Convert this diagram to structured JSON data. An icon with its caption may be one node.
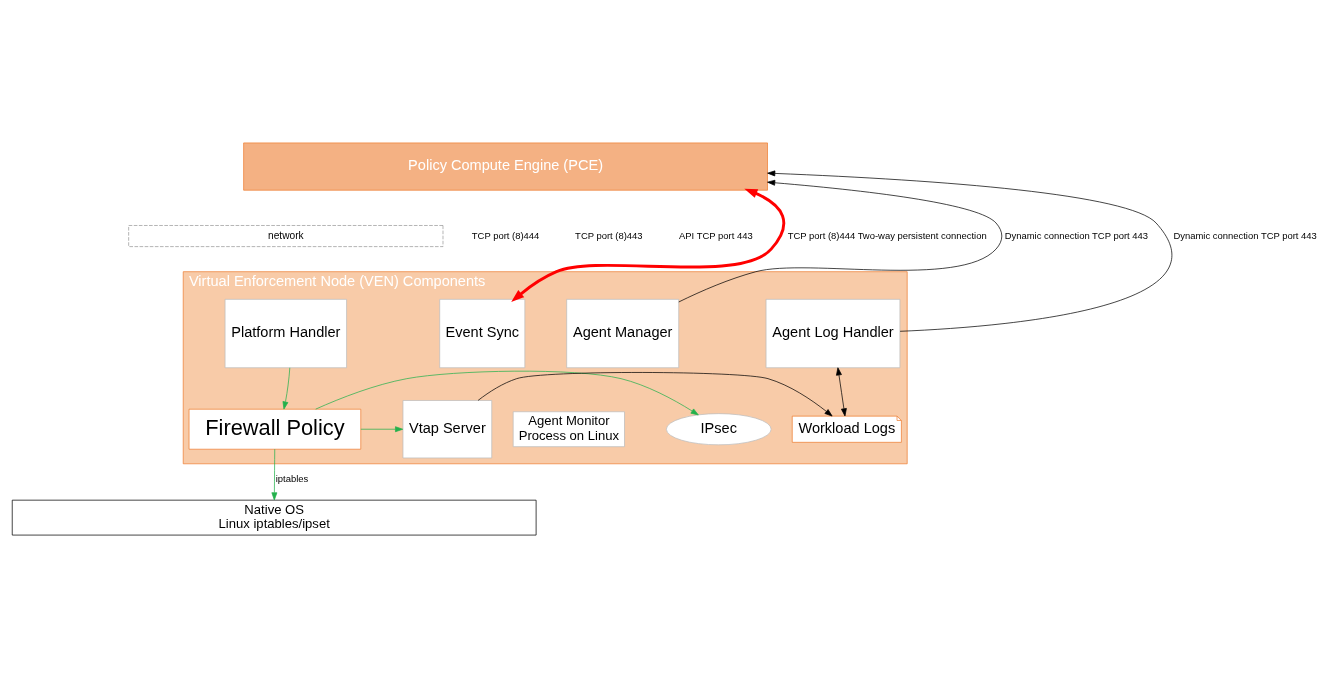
{
  "diagram": {
    "nodes": [
      {
        "text": [
          "Policy Compute Engine (PCE)"
        ]
      },
      {
        "text": [
          "network"
        ]
      },
      {
        "text": [
          "Virtual Enforcement Node (VEN) Components"
        ]
      },
      {
        "text": [
          "Event Sync"
        ],
        "in": 2
      },
      {
        "text": [
          "Agent Manager"
        ],
        "in": 2
      },
      {
        "text": [
          "Platform Handler"
        ],
        "in": 2
      },
      {
        "text": [
          "Agent Log Handler"
        ],
        "in": 2
      },
      {
        "text": [
          "Agent Monitor",
          "Process on Linux"
        ],
        "in": 2
      },
      {
        "text": [
          "IPsec"
        ],
        "in": 2
      },
      {
        "text": [
          "Firewall Policy"
        ],
        "in": 2
      },
      {
        "text": [
          "Vtap Server"
        ],
        "in": 2
      },
      {
        "text": [
          "Workload Logs"
        ],
        "in": 2
      },
      {
        "text": [
          "Native OS",
          "Linux iptables/ipset"
        ]
      }
    ],
    "edges": [
      {
        "from": 3,
        "to": 0,
        "arrow": "both",
        "label": "TCP port (8)444 Two-way persistent connection",
        "style": "thick",
        "color": "#ff0000"
      },
      {
        "from": 4,
        "to": 0,
        "arrow": "to",
        "label": "Dynamic connection TCP port 443"
      },
      {
        "from": 6,
        "to": 0,
        "arrow": "to",
        "label": "Dynamic connection TCP port 443"
      },
      {
        "from": 5,
        "to": 9,
        "arrow": "to",
        "color": "#22b14c"
      },
      {
        "from": 9,
        "to": 8,
        "arrow": "to",
        "color": "#22b14c"
      },
      {
        "from": 9,
        "to": 10,
        "arrow": "to",
        "color": "#22b14c"
      },
      {
        "from": 9,
        "to": 12,
        "arrow": "to",
        "label": "iptables",
        "color": "#22b14c"
      },
      {
        "from": 10,
        "to": 11,
        "arrow": "to"
      },
      {
        "from": 6,
        "to": 11,
        "arrow": "both"
      }
    ],
    "labels": [
      "TCP port (8)444",
      "TCP port (8)443",
      "API TCP port 443"
    ]
  }
}
